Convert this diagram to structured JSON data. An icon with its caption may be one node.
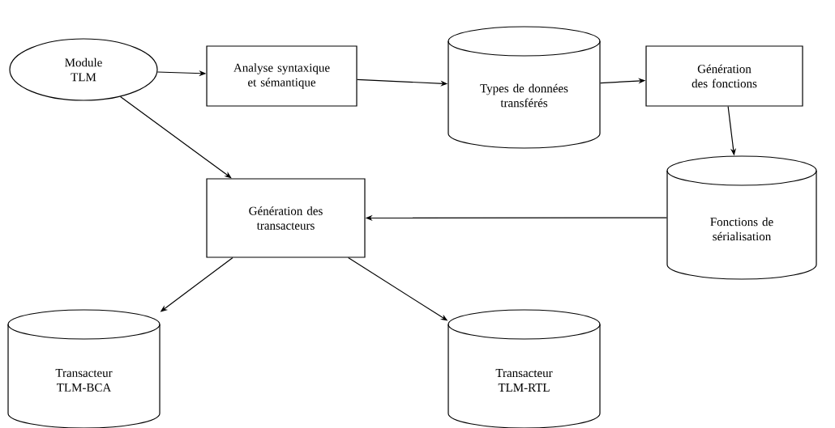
{
  "diagram": {
    "nodes": [
      {
        "text": [
          "Module TLM"
        ]
      },
      {
        "text": [
          "Analyse syntaxique et sémantique"
        ]
      },
      {
        "text": [
          "Types de données transférés"
        ]
      },
      {
        "text": [
          "Génération des fonctions"
        ]
      },
      {
        "text": [
          "Fonctions de sérialisation"
        ]
      },
      {
        "text": [
          "Génération des transacteurs"
        ]
      },
      {
        "text": [
          "Transacteur TLM-BCA"
        ]
      },
      {
        "text": [
          "Transacteur TLM-RTL"
        ]
      }
    ],
    "edges": [
      {
        "from": 0,
        "to": 1,
        "arrow": "to"
      },
      {
        "from": 1,
        "to": 2,
        "arrow": "to"
      },
      {
        "from": 2,
        "to": 3,
        "arrow": "to"
      },
      {
        "from": 3,
        "to": 4,
        "arrow": "to"
      },
      {
        "from": 4,
        "to": 5,
        "arrow": "to"
      },
      {
        "from": 0,
        "to": 5,
        "arrow": "to"
      },
      {
        "from": 5,
        "to": 6,
        "arrow": "to"
      },
      {
        "from": 5,
        "to": 7,
        "arrow": "to"
      }
    ]
  }
}
